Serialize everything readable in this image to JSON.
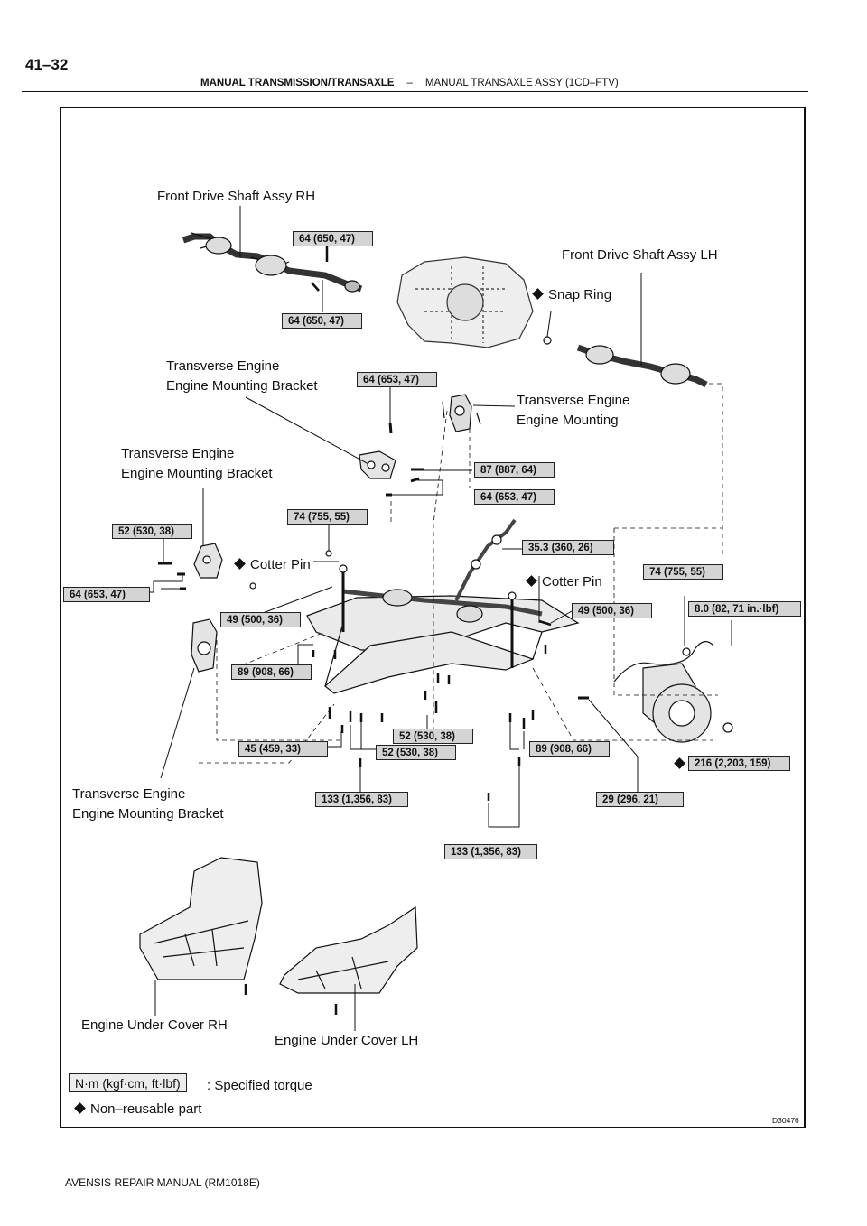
{
  "page": {
    "number": "41–32",
    "section": "MANUAL TRANSMISSION/TRANSAXLE",
    "separator": "–",
    "subsection": "MANUAL TRANSAXLE ASSY (1CD–FTV)",
    "footer": "AVENSIS REPAIR MANUAL   (RM1018E)",
    "figure_code": "D30476"
  },
  "labels": {
    "front_drive_shaft_rh": "Front Drive Shaft Assy RH",
    "front_drive_shaft_lh": "Front Drive Shaft Assy LH",
    "snap_ring": "Snap Ring",
    "mount_bracket_upper_1": "Transverse Engine",
    "mount_bracket_upper_2": "Engine Mounting Bracket",
    "engine_mounting_1": "Transverse Engine",
    "engine_mounting_2": "Engine Mounting",
    "mount_bracket_mid_1": "Transverse Engine",
    "mount_bracket_mid_2": "Engine Mounting Bracket",
    "cotter_pin_left": "Cotter Pin",
    "cotter_pin_right": "Cotter Pin",
    "mount_bracket_lower_1": "Transverse Engine",
    "mount_bracket_lower_2": "Engine Mounting Bracket",
    "under_cover_rh": "Engine Under Cover RH",
    "under_cover_lh": "Engine Under Cover LH"
  },
  "torques": {
    "t1": "64 (650, 47)",
    "t2": "64 (650, 47)",
    "t3": "64 (653, 47)",
    "t4": "87 (887, 64)",
    "t5": "64 (653, 47)",
    "t6": "74 (755, 55)",
    "t7": "52 (530, 38)",
    "t8": "64 (653, 47)",
    "t9": "35.3 (360, 26)",
    "t10": "74 (755, 55)",
    "t11": "8.0 (82, 71 in.·lbf)",
    "t12": "49 (500, 36)",
    "t13": "49 (500, 36)",
    "t14": "89 (908, 66)",
    "t15": "52 (530, 38)",
    "t16": "45 (459, 33)",
    "t17": "52 (530, 38)",
    "t18": "89 (908, 66)",
    "t19": "216 (2,203, 159)",
    "t20": "133 (1,356, 83)",
    "t21": "29 (296, 21)",
    "t22": "133 (1,356, 83)"
  },
  "legend": {
    "unit_box": "N·m (kgf·cm, ft·lbf)",
    "unit_text": ": Specified torque",
    "non_reusable": "Non–reusable part"
  }
}
